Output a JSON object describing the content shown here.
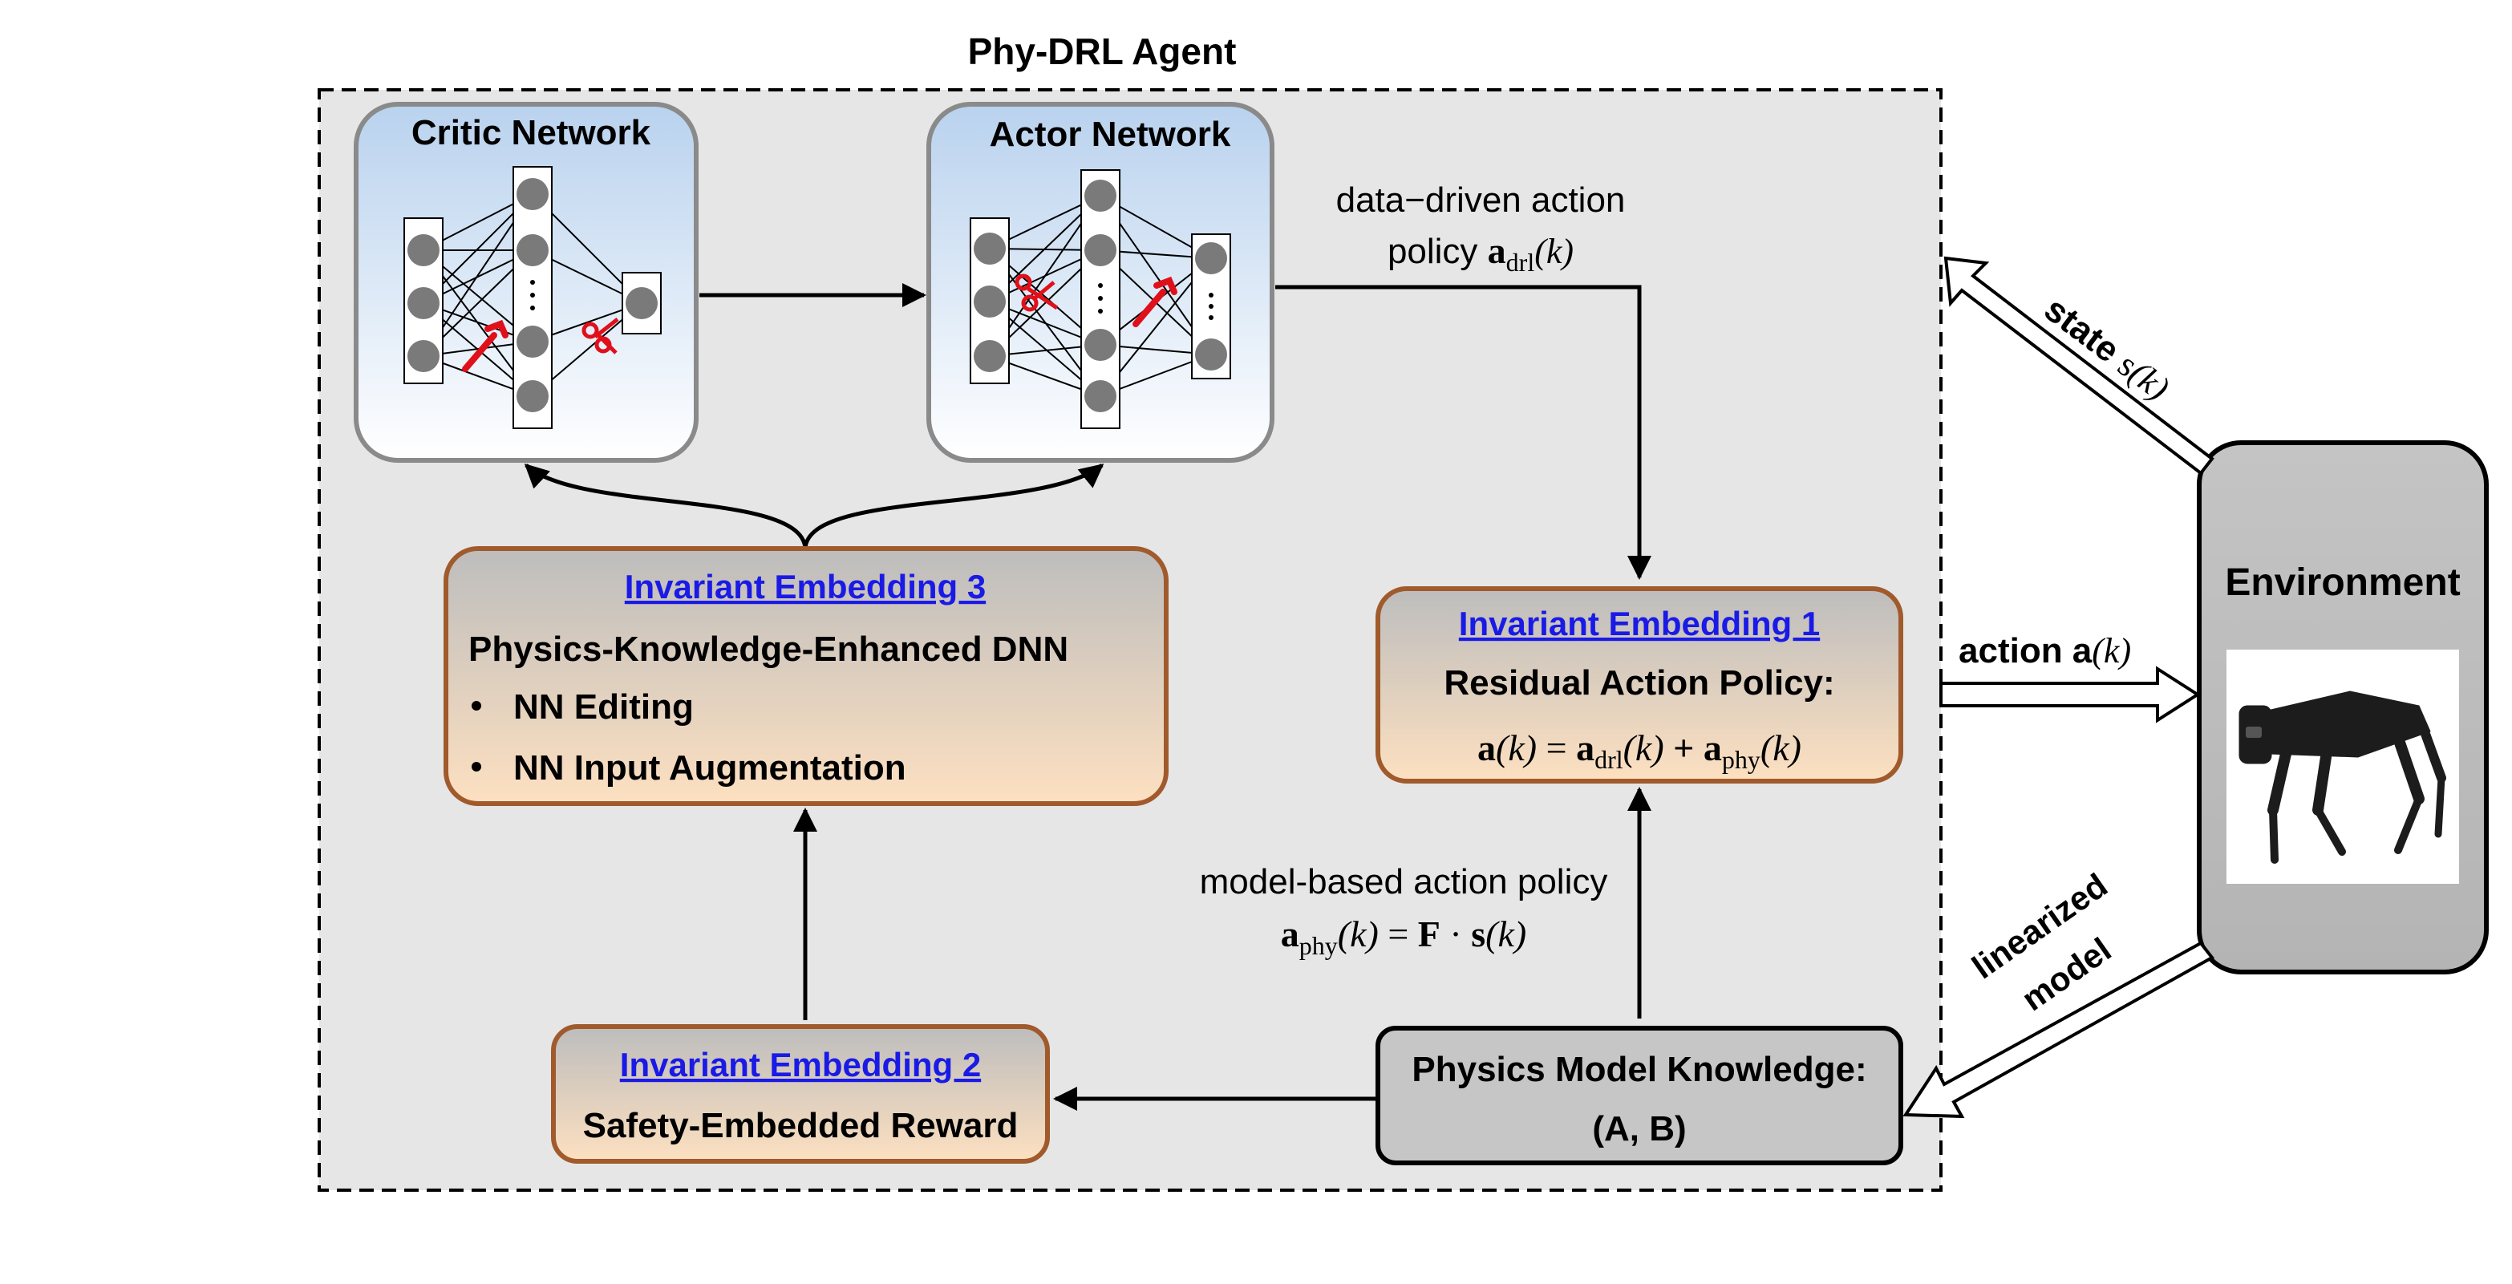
{
  "agent": {
    "title": "Phy-DRL Agent"
  },
  "critic": {
    "title": "Critic Network"
  },
  "actor": {
    "title": "Actor Network"
  },
  "data_driven": {
    "line1": "data−driven action",
    "line2_prefix": "policy ",
    "a": "a",
    "sub": "drl",
    "arg": "(k)"
  },
  "ie3": {
    "link": "Invariant Embedding 3",
    "heading": "Physics-Knowledge-Enhanced DNN",
    "bullets": [
      "NN Editing",
      "NN Input Augmentation"
    ]
  },
  "ie1": {
    "link": "Invariant Embedding 1",
    "heading": "Residual Action Policy:",
    "formula": {
      "a": "a",
      "arg": "(k)",
      "eq": " = ",
      "a1": "a",
      "sub1": "drl",
      "arg1": "(k)",
      "plus": " + ",
      "a2": "a",
      "sub2": "phy",
      "arg2": "(k)"
    }
  },
  "ie2": {
    "link": "Invariant Embedding 2",
    "heading": "Safety-Embedded Reward"
  },
  "model_based": {
    "line1": "model-based action policy",
    "a": "a",
    "sub": "phy",
    "arg": "(k)",
    "eq": " = ",
    "F": "F",
    "dot": " · ",
    "s": "s",
    "arg2": "(k)"
  },
  "physics": {
    "line1": "Physics Model Knowledge:",
    "line2": "(A, B)"
  },
  "environment": {
    "title": "Environment",
    "image_alt": "quadruped-robot"
  },
  "signals": {
    "state_word": "state ",
    "state_s": "s",
    "state_arg": "(k)",
    "action_word": "action ",
    "action_a": "a",
    "action_arg": "(k)",
    "linearized_1": "linearized",
    "linearized_2": "model"
  },
  "colors": {
    "agent_bg": "#e6e6e6",
    "net_top": "#b9d2ee",
    "net_bottom": "#ffffff",
    "ie_top": "#bdbdbd",
    "ie_bottom": "#fde0c0",
    "ie_border": "#a05a2c",
    "physics_bg": "#c6c6c6",
    "env_bg": "#bfbfbf",
    "link": "#1a1ae6",
    "scissors_wrench": "#e0101a"
  }
}
